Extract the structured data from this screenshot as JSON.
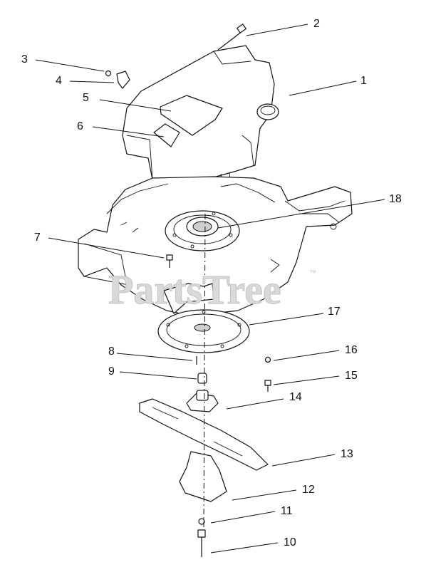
{
  "watermark": {
    "text": "PartsTree",
    "tm": "™"
  },
  "callouts": [
    {
      "id": "c1",
      "label": "1"
    },
    {
      "id": "c2",
      "label": "2"
    },
    {
      "id": "c3",
      "label": "3"
    },
    {
      "id": "c4",
      "label": "4"
    },
    {
      "id": "c5",
      "label": "5"
    },
    {
      "id": "c6",
      "label": "6"
    },
    {
      "id": "c7",
      "label": "7"
    },
    {
      "id": "c8",
      "label": "8"
    },
    {
      "id": "c9",
      "label": "9"
    },
    {
      "id": "c10",
      "label": "10"
    },
    {
      "id": "c11",
      "label": "11"
    },
    {
      "id": "c12",
      "label": "12"
    },
    {
      "id": "c13",
      "label": "13"
    },
    {
      "id": "c14",
      "label": "14"
    },
    {
      "id": "c15",
      "label": "15"
    },
    {
      "id": "c16",
      "label": "16"
    },
    {
      "id": "c17",
      "label": "17"
    },
    {
      "id": "c18",
      "label": "18"
    }
  ]
}
